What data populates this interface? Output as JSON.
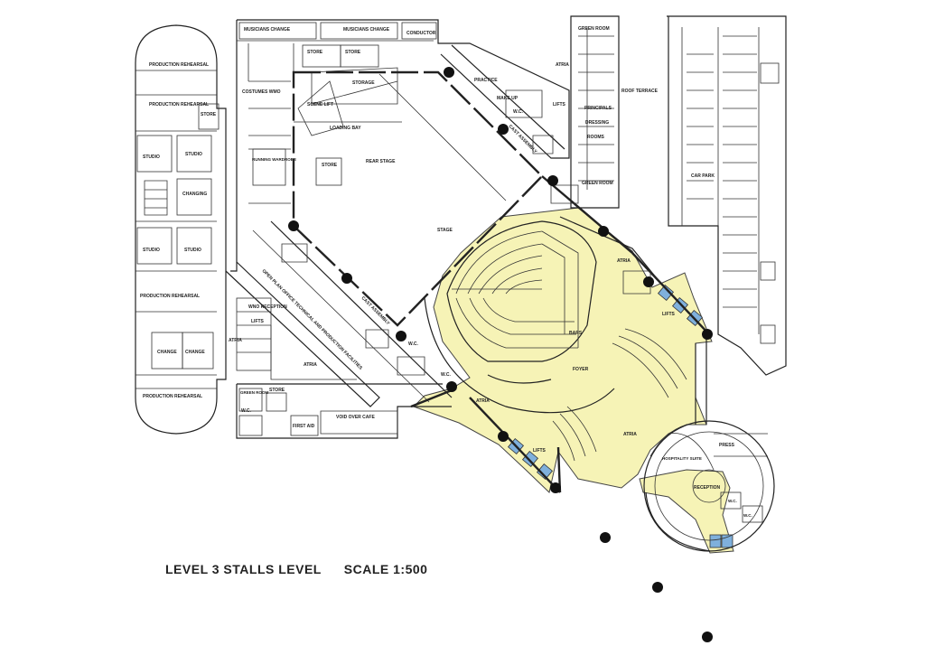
{
  "caption": {
    "level": "LEVEL 3 STALLS LEVEL",
    "scale": "SCALE 1:500"
  },
  "rooms": {
    "musicians_change": "MUSICIANS CHANGE",
    "musicians_change_2": "MUSICIANS CHANGE",
    "conductor": "CONDUCTOR",
    "green_room_top": "GREEN ROOM",
    "production_rehearsal_1": "PRODUCTION REHEARSAL",
    "production_rehearsal_2": "PRODUCTION REHEARSAL",
    "production_rehearsal_3": "PRODUCTION REHEARSAL",
    "production_rehearsal_4": "PRODUCTION REHEARSAL",
    "store_1": "STORE",
    "store_2": "STORE",
    "store_3": "STORE",
    "store_4": "STORE",
    "store_5": "STORE",
    "storage": "STORAGE",
    "practice": "PRACTICE",
    "make_up": "MAKE UP",
    "wc": "W.C.",
    "atria": "ATRIA",
    "lifts": "LIFTS",
    "roof_terrace": "ROOF TERRACE",
    "principals": "PRINCIPALS",
    "dressing": "DRESSING",
    "rooms": "ROOMS",
    "costumes_wmo": "COSTUMES WMO",
    "scene_lift": "SCENE LIFT",
    "loading_bay": "LOADING BAY",
    "cast_assembly": "CAST ASSEMBLY",
    "studio": "STUDIO",
    "changing": "CHANGING",
    "running_wardrobe": "RUNNING WARDROBE",
    "rear_stage": "REAR STAGE",
    "green_room": "GREEN ROOM",
    "car_park": "CAR PARK",
    "stage": "STAGE",
    "bars": "BARS",
    "foyer": "FOYER",
    "open_plan_office": "OPEN PLAN OFFICE  TECHNICAL AND PRODUCTION FACILITIES",
    "wno_reception": "WNO RECEPTION",
    "change": "CHANGE",
    "green_room_small": "GREEN ROOM",
    "first_aid": "FIRST AID",
    "void_over_cafe": "VOID OVER CAFE",
    "hospitality_suite": "HOSPITALITY SUITE",
    "press": "PRESS",
    "reception": "RECEPTION"
  },
  "colors": {
    "public_fill": "#f6f3b6",
    "lift_fill": "#7fb0dc",
    "line": "#222222"
  }
}
